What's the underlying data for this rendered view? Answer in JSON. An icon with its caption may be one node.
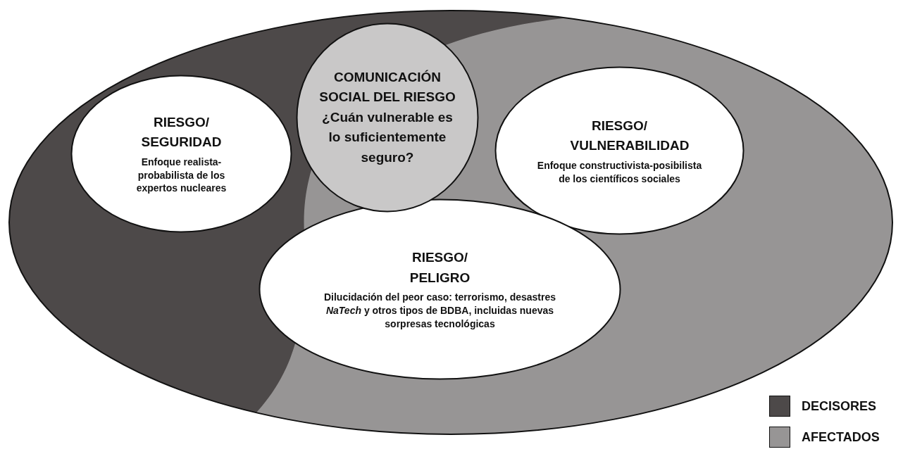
{
  "diagram": {
    "nodes": [
      {
        "text": [],
        "shape": "ellipse"
      },
      {
        "text": [
          "RIESGO/ SEGURIDAD",
          "Enfoque realista-probabilista de los expertos nucleares"
        ],
        "in": 0
      },
      {
        "text": [
          "COMUNICACIÓN SOCIAL DEL RIESGO",
          "¿Cuán vulnerable es lo suficientemente seguro?"
        ],
        "in": 0
      },
      {
        "text": [
          "RIESGO/ VULNERABILIDAD",
          "Enfoque constructivista-posibilista de los científicos sociales"
        ],
        "in": 0
      },
      {
        "text": [
          "RIESGO/ PELIGRO",
          "Dilucidación del peor caso: terrorismo, desastres *NaTech* y otros tipos de BDBA, incluidas nuevas sorpresas tecnológicas"
        ],
        "in": 0
      }
    ],
    "legend": [
      {
        "text": "DECISORES",
        "color": "#4d4949"
      },
      {
        "text": "AFECTADOS",
        "color": "#979595"
      }
    ]
  }
}
